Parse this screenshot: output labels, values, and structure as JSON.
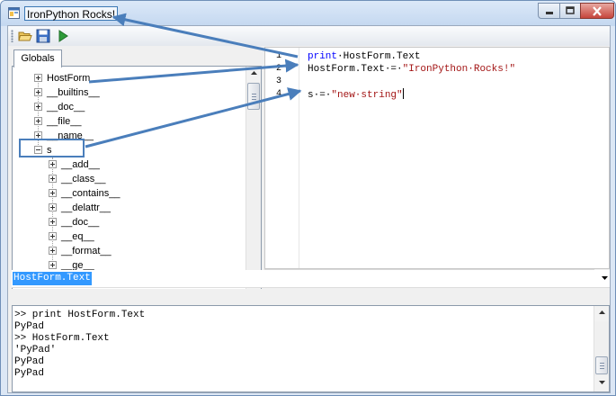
{
  "window": {
    "title": "IronPython Rocks!",
    "accent_color": "#4a7ebb",
    "controls": {
      "minimize_icon": "minimize-icon",
      "maximize_icon": "maximize-icon",
      "close_icon": "close-icon"
    }
  },
  "toolbar": {
    "buttons": [
      {
        "icon": "open-folder-icon"
      },
      {
        "icon": "save-icon"
      },
      {
        "icon": "run-icon"
      }
    ]
  },
  "left_panel": {
    "tab_label": "Globals",
    "tree": [
      {
        "label": "HostForm",
        "expander": "plus",
        "level": 0
      },
      {
        "label": "__builtins__",
        "expander": "plus",
        "level": 0
      },
      {
        "label": "__doc__",
        "expander": "plus",
        "level": 0
      },
      {
        "label": "__file__",
        "expander": "plus",
        "level": 0
      },
      {
        "label": "__name__",
        "expander": "plus",
        "level": 0
      },
      {
        "label": "s",
        "expander": "minus",
        "level": 0
      },
      {
        "label": "__add__",
        "expander": "plus",
        "level": 1
      },
      {
        "label": "__class__",
        "expander": "plus",
        "level": 1
      },
      {
        "label": "__contains__",
        "expander": "plus",
        "level": 1
      },
      {
        "label": "__delattr__",
        "expander": "plus",
        "level": 1
      },
      {
        "label": "__doc__",
        "expander": "plus",
        "level": 1
      },
      {
        "label": "__eq__",
        "expander": "plus",
        "level": 1
      },
      {
        "label": "__format__",
        "expander": "plus",
        "level": 1
      },
      {
        "label": "__ge__",
        "expander": "plus",
        "level": 1
      }
    ]
  },
  "editor": {
    "line_numbers": [
      "1",
      "2",
      "3",
      "4"
    ],
    "lines": [
      {
        "kw": "print",
        "rest": "·HostForm.Text",
        "str": ""
      },
      {
        "kw": "",
        "rest": "HostForm.Text·=·",
        "str": "\"IronPython·Rocks!\""
      },
      {
        "kw": "",
        "rest": "",
        "str": ""
      },
      {
        "kw": "",
        "rest": "s·=·",
        "str": "\"new·string\""
      }
    ]
  },
  "expression_combo": {
    "value": "HostForm.Text"
  },
  "output": {
    "lines": [
      ">> print HostForm.Text",
      "PyPad",
      ">> HostForm.Text",
      "'PyPad'",
      "PyPad",
      "PyPad"
    ]
  }
}
